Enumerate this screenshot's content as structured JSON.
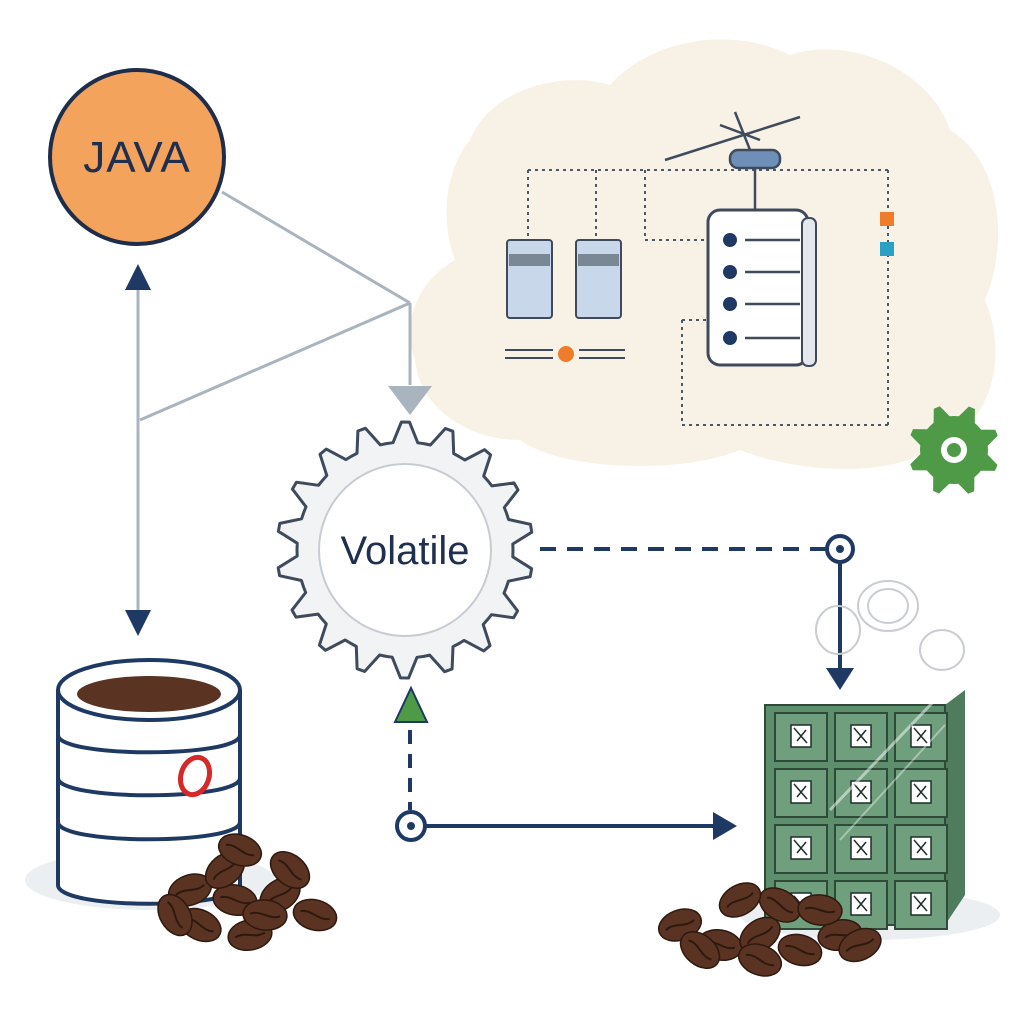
{
  "nodes": {
    "java": {
      "label": "JAVA"
    },
    "volatile": {
      "label": "Volatile"
    }
  },
  "colors": {
    "java_fill": "#f4a35c",
    "java_stroke": "#1e2e4a",
    "navy": "#1e3a64",
    "gray_line": "#a9b4bf",
    "cloud": "#f8f1e6",
    "gear_fill": "#f1f3f5",
    "gear_stroke": "#3f4b5c",
    "green_gear": "#4f9a46",
    "cache_green": "#5e8f6c",
    "bean": "#5a3322",
    "orange_dot": "#ef7c2a",
    "teal_square": "#2aa1c4",
    "red_badge": "#d62828"
  },
  "icons": [
    "java-circle",
    "volatile-gear",
    "database-cylinder-icon",
    "coffee-beans-icon",
    "memory-grid-icon",
    "server-rack-icon",
    "memory-block-icon",
    "antenna-icon",
    "green-gear-icon"
  ]
}
